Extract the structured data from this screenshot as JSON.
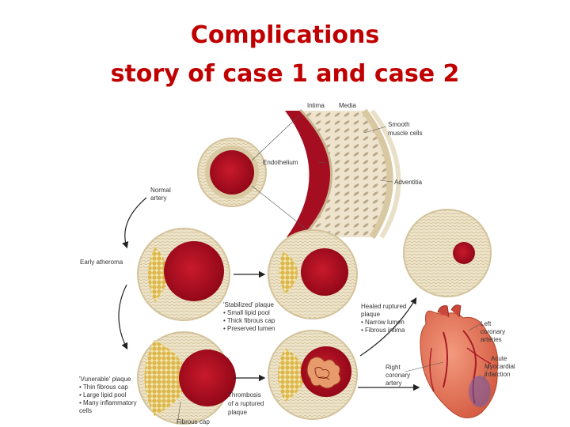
{
  "title": {
    "line1": "Complications",
    "line2": "story of case 1 and case 2"
  },
  "diagram": {
    "layers": {
      "intima": "Intima",
      "media": "Media",
      "smooth_muscle_1": "Smooth",
      "smooth_muscle_2": "muscle cells",
      "endothelium": "Endothelium",
      "adventitia": "Adventitia"
    },
    "normal_artery": [
      "Normal",
      "artery"
    ],
    "early_atheroma": "Early atheroma",
    "stabilized_plaque": [
      "'Stabilized' plaque",
      "• Small lipid pool",
      "• Thick fibrous cap",
      "• Preserved lumen"
    ],
    "healed_ruptured_plaque": [
      "Healed ruptured",
      "plaque",
      "• Narrow lumen",
      "• Fibrous intima"
    ],
    "vulnerable_plaque": [
      "'Vunerable' plaque",
      "• Thin fibrous cap",
      "• Large lipid pool",
      "• Many inflammatory",
      "   cells"
    ],
    "thrombosis": [
      "Thrombosis",
      "of a ruptured",
      "plaque"
    ],
    "fibrous_cap": "Fibrous cap",
    "left_coronary": [
      "Left",
      "coronary",
      "arteries"
    ],
    "right_coronary": [
      "Right",
      "coronary",
      "artery"
    ],
    "acute_mi": [
      "Acute",
      "Myocardial",
      "infarction"
    ]
  },
  "colors": {
    "title": "#c00000",
    "lumen": "#b5081e",
    "wall": "#eadfc2",
    "lipid": "#e8c35a",
    "heart": "#e2735a"
  }
}
